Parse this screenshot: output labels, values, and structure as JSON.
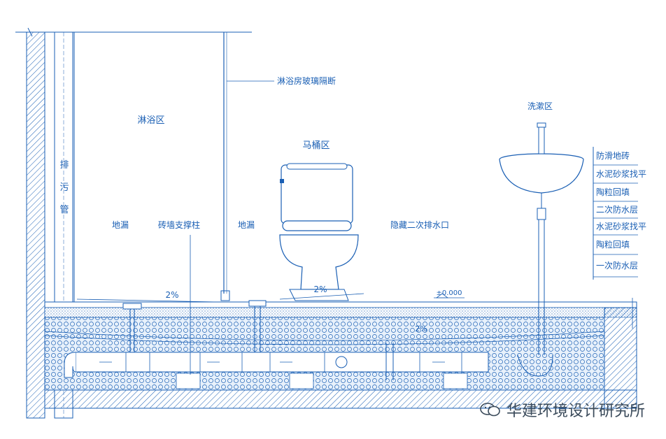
{
  "labels": {
    "drain_pipe": [
      "排",
      "污",
      "管"
    ],
    "shower_zone": "淋浴区",
    "glass_partition": "淋浴房玻璃隔断",
    "toilet_zone": "马桶区",
    "wash_zone": "洗漱区",
    "floor_drain_1": "地漏",
    "brick_column": "砖墙支撑柱",
    "floor_drain_2": "地漏",
    "hidden_outlet": "隐藏二次排水口",
    "slope_1": "2%",
    "slope_2": "2%",
    "slope_3": "2%",
    "elevation": "±0.000"
  },
  "layers": [
    "防滑地砖",
    "水泥砂浆找平",
    "陶粒回填",
    "二次防水层",
    "水泥砂浆找平",
    "陶粒回填",
    "一次防水层"
  ],
  "watermark": "华建环境设计研究所",
  "colors": {
    "line": "#1a5fb4",
    "fill_light": "#dbe9f7",
    "text": "#1a5fb4"
  }
}
